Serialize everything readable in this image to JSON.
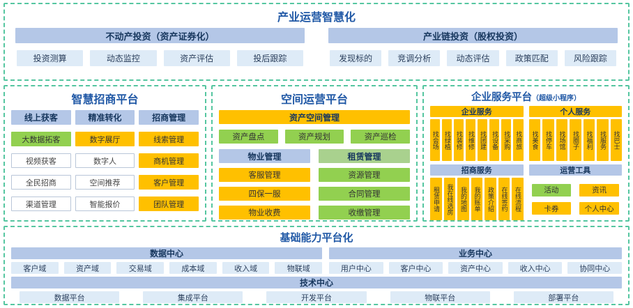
{
  "colors": {
    "blue_bar": "#B4C7E7",
    "blue_cell": "#DEEBF7",
    "orange": "#FFC000",
    "green": "#92D050",
    "green_bar": "#A9D18E",
    "dashed": "#55C6A0",
    "title_blue": "#2159A6",
    "bar_text": "#17375E"
  },
  "industry_ops": {
    "title": "产业运营智慧化",
    "groups": [
      {
        "header": "不动产投资（资产证券化）",
        "items": [
          "投资测算",
          "动态监控",
          "资产评估",
          "投后跟踪"
        ]
      },
      {
        "header": "产业链投资（股权投资）",
        "items": [
          "发现标的",
          "竞调分析",
          "动态评估",
          "政策匹配",
          "风险跟踪"
        ]
      }
    ]
  },
  "smart_investment": {
    "title": "智慧招商平台",
    "columns": [
      {
        "header": "线上获客",
        "items": [
          {
            "label": "大数据拓客",
            "style": "green"
          },
          {
            "label": "视频获客",
            "style": "plain"
          },
          {
            "label": "全民招商",
            "style": "plain"
          },
          {
            "label": "渠道管理",
            "style": "plain"
          }
        ]
      },
      {
        "header": "精准转化",
        "items": [
          {
            "label": "数字展厅",
            "style": "orange"
          },
          {
            "label": "数字人",
            "style": "plain"
          },
          {
            "label": "空间推荐",
            "style": "plain"
          },
          {
            "label": "智能报价",
            "style": "plain"
          }
        ]
      },
      {
        "header": "招商管理",
        "items": [
          {
            "label": "线索管理",
            "style": "orange"
          },
          {
            "label": "商机管理",
            "style": "orange"
          },
          {
            "label": "客户管理",
            "style": "orange"
          },
          {
            "label": "团队管理",
            "style": "orange"
          }
        ]
      }
    ]
  },
  "space_ops": {
    "title": "空间运营平台",
    "asset_header": "资产空间管理",
    "asset_items": [
      "资产盘点",
      "资产规划",
      "资产巡检"
    ],
    "columns": [
      {
        "header": "物业管理",
        "items": [
          "客服管理",
          "四保一服",
          "物业收费"
        ]
      },
      {
        "header": "租赁管理",
        "items": [
          "资源管理",
          "合同管理",
          "收缴管理"
        ]
      }
    ]
  },
  "enterprise_services": {
    "title": "企业服务平台",
    "subtitle": "（超级小程序）",
    "enterprise": {
      "header": "企业服务",
      "items": [
        "找会场",
        "找绿植",
        "找装修",
        "找维修",
        "找团建",
        "找设备",
        "找采购",
        "找商旅"
      ]
    },
    "personal": {
      "header": "个人服务",
      "items": [
        "找美食",
        "找停车",
        "找场馆",
        "找圈子",
        "找福利",
        "找服务",
        "找巴士"
      ]
    },
    "leasing": {
      "header": "招商服务",
      "items": [
        "租赁申请",
        "我在线选房",
        "我的地图",
        "我的账单",
        "政策介绍",
        "在线签约",
        "在线流程"
      ]
    },
    "tools": {
      "header": "运营工具",
      "items": [
        {
          "label": "活动",
          "style": "green"
        },
        {
          "label": "资讯",
          "style": "orange"
        },
        {
          "label": "卡券",
          "style": "orange"
        },
        {
          "label": "个人中心",
          "style": "orange"
        }
      ]
    }
  },
  "foundation": {
    "title": "基础能力平台化",
    "data_center": {
      "header": "数据中心",
      "items": [
        "客户域",
        "资产域",
        "交易域",
        "成本域",
        "收入域",
        "物联域"
      ]
    },
    "business_center": {
      "header": "业务中心",
      "items": [
        "用户中心",
        "客户中心",
        "资产中心",
        "收入中心",
        "协同中心"
      ]
    },
    "tech_center": {
      "header": "技术中心",
      "items": [
        "数据平台",
        "集成平台",
        "开发平台",
        "物联平台",
        "部署平台"
      ]
    }
  }
}
